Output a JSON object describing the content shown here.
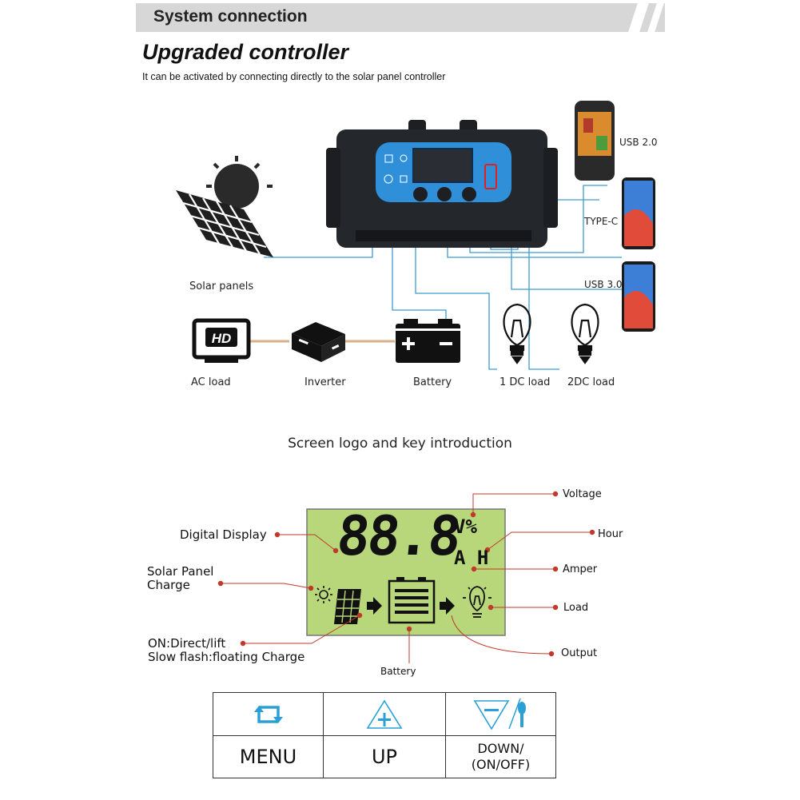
{
  "header": {
    "title": "System connection"
  },
  "subtitle": "Upgraded controller",
  "description": "It can be activated by connecting directly to the solar panel controller",
  "connection_labels": {
    "usb20": "USB 2.0",
    "typec": "TYPE-C",
    "usb30": "USB 3.0",
    "solar_panels": "Solar panels",
    "ac_load": "AC load",
    "inverter": "Inverter",
    "battery": "Battery",
    "dc_load_1": "1 DC load",
    "dc_load_2": "2DC load"
  },
  "hd_logo": "HD",
  "screen_section": {
    "title": "Screen logo and key introduction",
    "lcd_digits": "88.8",
    "lcd_units_top": "V%",
    "lcd_units_bottom": "A H",
    "labels": {
      "voltage": "Voltage",
      "hour": "Hour",
      "amper": "Amper",
      "load": "Load",
      "output": "Output",
      "battery": "Battery",
      "digital_display": "Digital Display",
      "solar_panel_charge": "Solar Panel\nCharge",
      "on_direct": "ON:Direct/lift",
      "slow_flash": "Slow flash:floating Charge"
    }
  },
  "keys": [
    {
      "label": "MENU",
      "icon": "menu-cycle-icon"
    },
    {
      "label": "UP",
      "icon": "up-triangle-plus-icon"
    },
    {
      "label": "DOWN/\n(ON/OFF)",
      "icon": "down-triangle-minus-icon"
    }
  ],
  "colors": {
    "wire": "#3d9bd1",
    "accent_red": "#c0392b",
    "lcd_green": "#b7d77a",
    "panel_blue": "#2f8fd8",
    "key_icon_blue": "#2aa0d6"
  }
}
